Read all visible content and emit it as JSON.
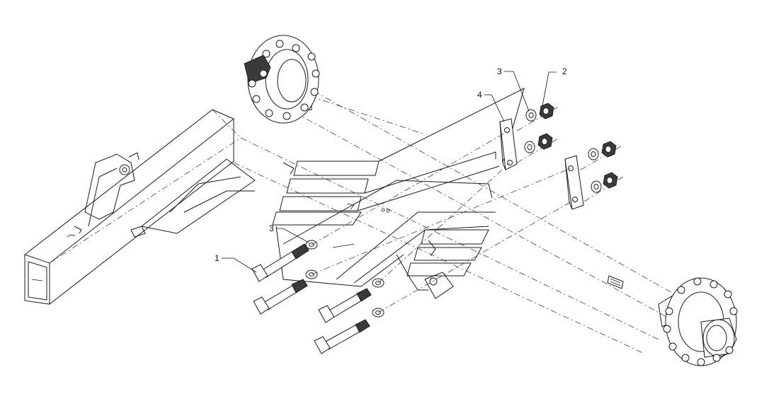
{
  "diagram": {
    "callouts": [
      {
        "id": "callout-1",
        "label": "1"
      },
      {
        "id": "callout-2",
        "label": "2"
      },
      {
        "id": "callout-3a",
        "label": "3"
      },
      {
        "id": "callout-3b",
        "label": "3"
      },
      {
        "id": "callout-4",
        "label": "4"
      }
    ]
  }
}
